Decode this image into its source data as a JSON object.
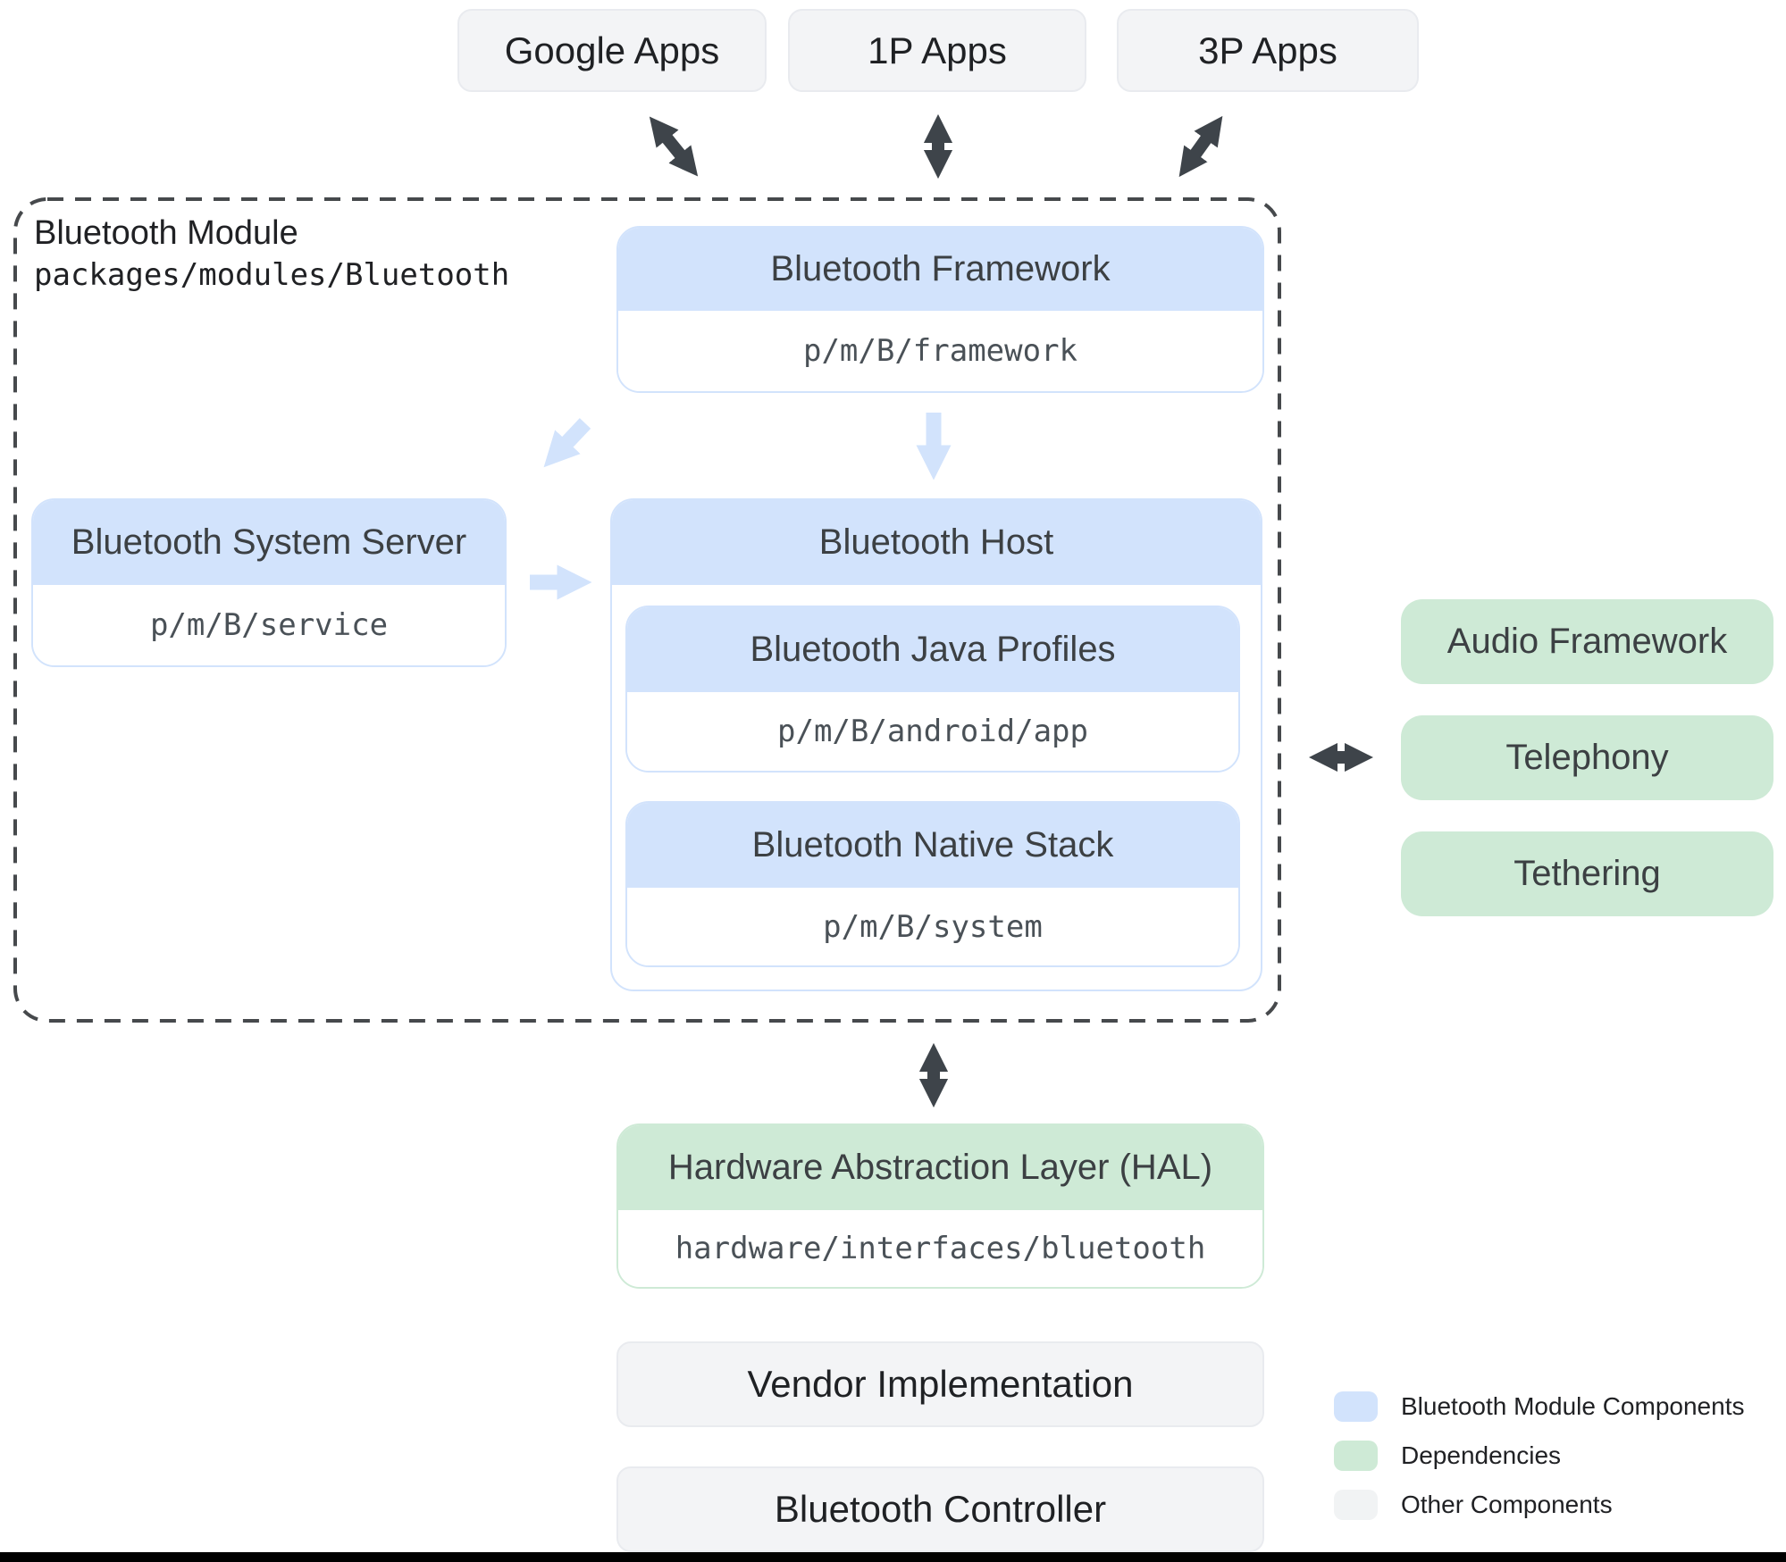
{
  "top_apps": {
    "google": "Google Apps",
    "first_party": "1P Apps",
    "third_party": "3P Apps"
  },
  "module": {
    "title": "Bluetooth Module",
    "path": "packages/modules/Bluetooth",
    "framework": {
      "title": "Bluetooth Framework",
      "path": "p/m/B/framework"
    },
    "system_server": {
      "title": "Bluetooth System Server",
      "path": "p/m/B/service"
    },
    "host": {
      "title": "Bluetooth Host",
      "java_profiles": {
        "title": "Bluetooth Java Profiles",
        "path": "p/m/B/android/app"
      },
      "native_stack": {
        "title": "Bluetooth Native Stack",
        "path": "p/m/B/system"
      }
    }
  },
  "dependencies": {
    "audio": "Audio Framework",
    "telephony": "Telephony",
    "tethering": "Tethering"
  },
  "hal": {
    "title": "Hardware Abstraction Layer (HAL)",
    "path": "hardware/interfaces/bluetooth"
  },
  "other_components": {
    "vendor": "Vendor Implementation",
    "controller": "Bluetooth Controller"
  },
  "legend": [
    {
      "label": "Bluetooth Module Components",
      "color": "#d2e3fc"
    },
    {
      "label": "Dependencies",
      "color": "#ceead6"
    },
    {
      "label": "Other Components",
      "color": "#f1f3f4"
    }
  ],
  "connections": [
    {
      "from": "Google Apps",
      "to": "Bluetooth Module",
      "style": "dark",
      "bidirectional": true
    },
    {
      "from": "1P Apps",
      "to": "Bluetooth Module",
      "style": "dark",
      "bidirectional": true
    },
    {
      "from": "3P Apps",
      "to": "Bluetooth Module",
      "style": "dark",
      "bidirectional": true
    },
    {
      "from": "Bluetooth Framework",
      "to": "Bluetooth Host",
      "style": "light",
      "bidirectional": false
    },
    {
      "from": "Bluetooth Framework",
      "to": "Bluetooth System Server",
      "style": "light",
      "bidirectional": false
    },
    {
      "from": "Bluetooth System Server",
      "to": "Bluetooth Host",
      "style": "light",
      "bidirectional": false
    },
    {
      "from": "Bluetooth Module",
      "to": "Audio Framework / Telephony / Tethering",
      "style": "dark",
      "bidirectional": true
    },
    {
      "from": "Bluetooth Module",
      "to": "Hardware Abstraction Layer (HAL)",
      "style": "dark",
      "bidirectional": true
    }
  ],
  "colors": {
    "module_component": "#d2e3fc",
    "dependency": "#ceead6",
    "other_component": "#f3f4f6",
    "dark_arrow": "#3e444a",
    "light_arrow": "#d2e3fc",
    "dashed_border": "#46494c",
    "text_primary": "#202124",
    "text_header": "#3c4043",
    "text_code": "#4a5157"
  }
}
